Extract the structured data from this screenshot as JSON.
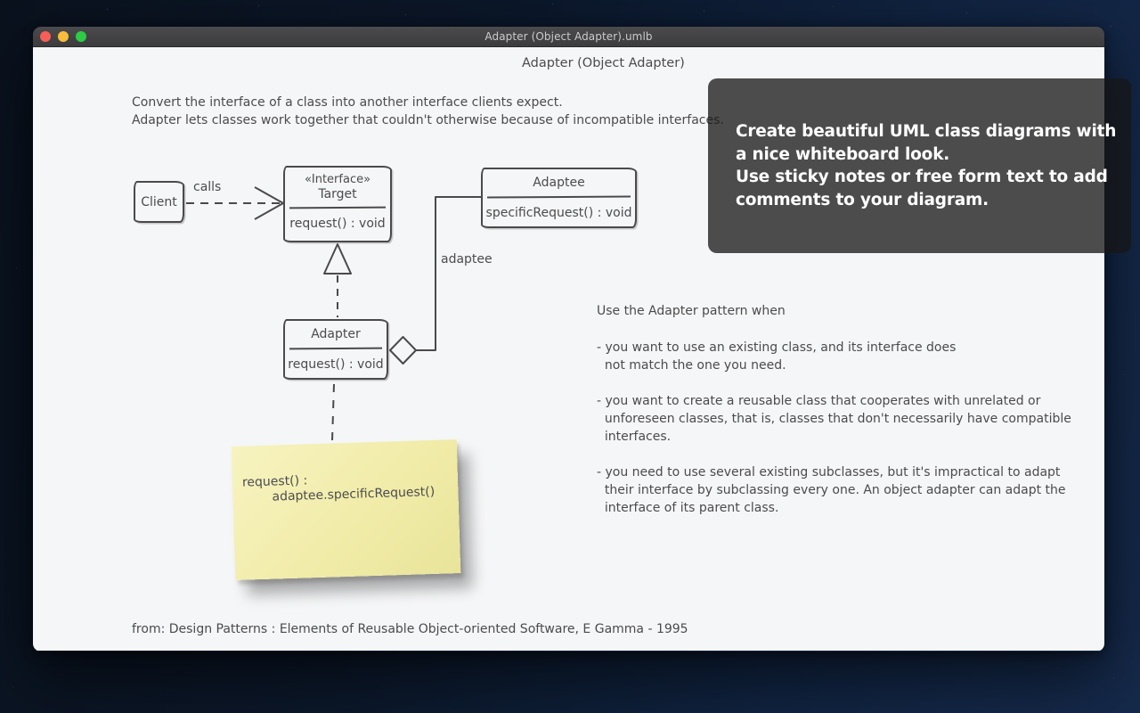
{
  "window": {
    "title": "Adapter (Object Adapter).umlb"
  },
  "board": {
    "title": "Adapter (Object Adapter)",
    "intro": [
      "Convert the interface of a class into another interface clients expect.",
      "Adapter lets classes work together that couldn't otherwise because of incompatible interfaces."
    ],
    "citation": "from: Design Patterns : Elements of Reusable Object-oriented Software, E Gamma - 1995"
  },
  "diagram": {
    "client": {
      "name": "Client"
    },
    "target": {
      "stereotype": "«Interface»",
      "name": "Target",
      "method": "request() : void"
    },
    "adaptee": {
      "name": "Adaptee",
      "method": "specificRequest() : void"
    },
    "adapter": {
      "name": "Adapter",
      "method": "request() : void"
    },
    "labels": {
      "calls": "calls",
      "adaptee_role": "adaptee"
    }
  },
  "sticky": {
    "line1": "request() :",
    "line2": "adaptee.specificRequest()"
  },
  "usage": {
    "heading": "Use the Adapter pattern when",
    "bullets": [
      "- you want to use an existing class, and its interface does\n  not match the one you need.",
      "- you want to create a reusable class that cooperates with unrelated or\n  unforeseen classes, that is, classes that don't necessarily have compatible\n  interfaces.",
      "- you need to use several existing subclasses, but it's impractical to adapt\n  their interface by subclassing every one. An object adapter can adapt the\n  interface of its parent class."
    ]
  },
  "overlay": {
    "lines": [
      "Create beautiful UML class diagrams with",
      "a nice whiteboard look.",
      "Use sticky notes or free form text to add",
      "comments to your diagram."
    ]
  },
  "colors": {
    "ink": "#4b4b4d",
    "board_bg": "#f5f6f7",
    "sticky": "#f0eba8",
    "titlebar": "#3c3c3e",
    "traffic_red": "#f55f57",
    "traffic_yellow": "#f8bd3c",
    "traffic_green": "#2ecb44"
  }
}
